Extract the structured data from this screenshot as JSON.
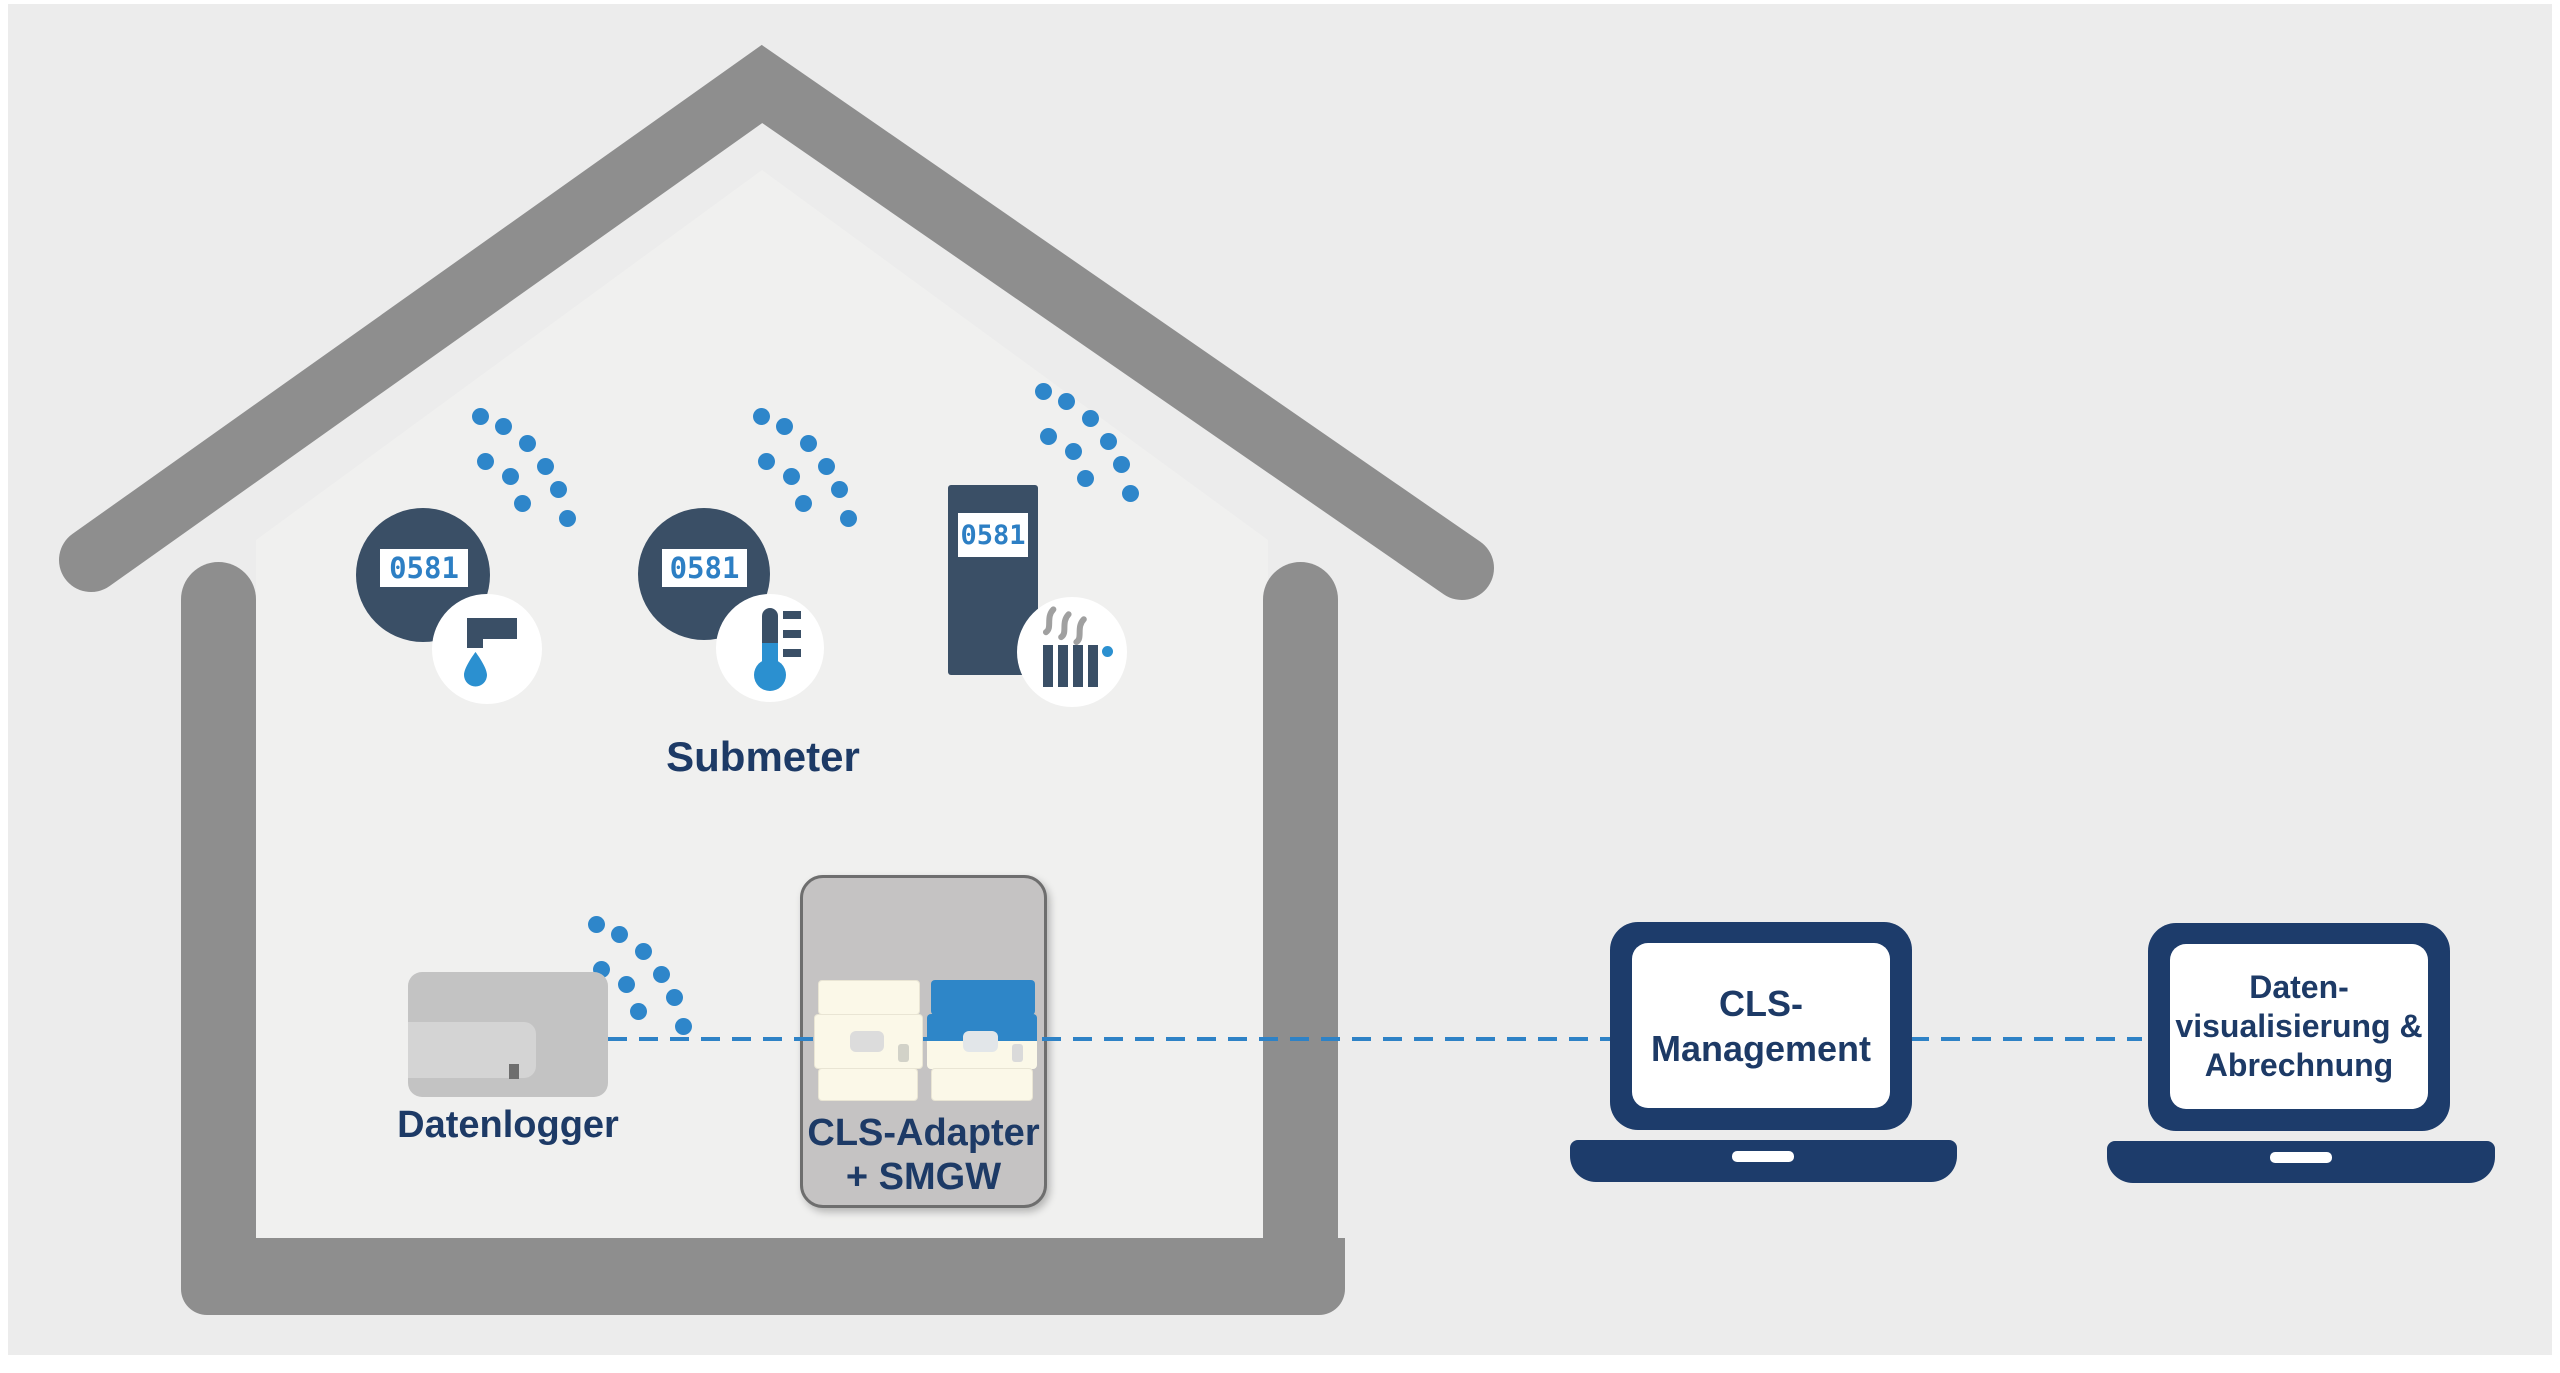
{
  "colors": {
    "background": "#ececec",
    "house_gray": "#8e8e8e",
    "meter_navy": "#3a4f66",
    "laptop_navy": "#1d3c6b",
    "text_navy": "#1d3a66",
    "accent_blue": "#2e86c8",
    "display_digit_blue": "#2d7fc4",
    "connection_blue": "#2e82c6",
    "module_cream": "#fbf8e8"
  },
  "submeter_section": {
    "label": "Submeter",
    "meters": [
      {
        "type": "water-submeter",
        "display": "0581",
        "icon": "water-tap-drop-icon"
      },
      {
        "type": "heat-submeter",
        "display": "0581",
        "icon": "thermometer-icon"
      },
      {
        "type": "heat-cost-allocator",
        "display": "0581",
        "icon": "radiator-icon"
      }
    ]
  },
  "datenlogger": {
    "label": "Datenlogger"
  },
  "cls_adapter": {
    "line1": "CLS-Adapter",
    "line2": "+ SMGW"
  },
  "laptops": [
    {
      "id": "cls-management",
      "lines": [
        "CLS-",
        "Management"
      ]
    },
    {
      "id": "daten-visualisierung",
      "lines": [
        "Daten-",
        "visualisierung &",
        "Abrechnung"
      ]
    }
  ],
  "connection": {
    "style": "dashed",
    "color": "#2e82c6"
  }
}
